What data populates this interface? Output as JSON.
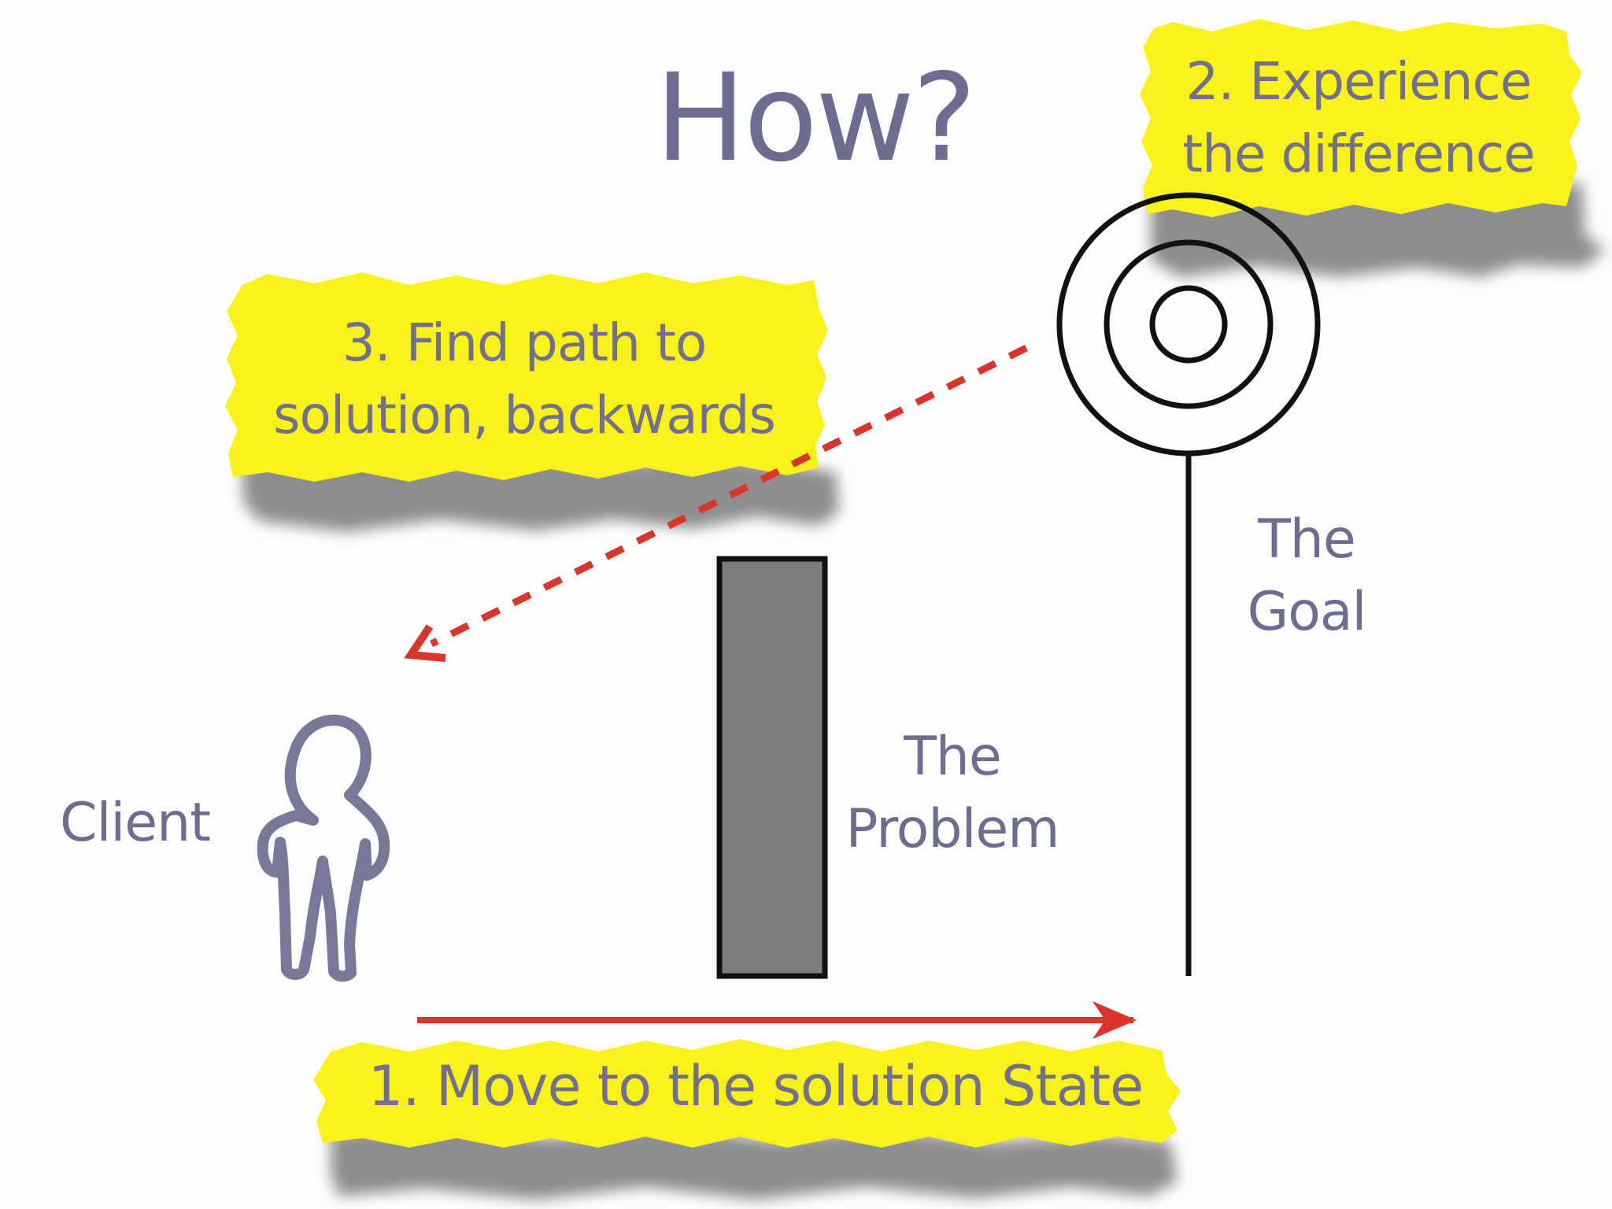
{
  "title": "How?",
  "notes": {
    "experience": [
      "2. Experience",
      "the difference"
    ],
    "find_path": [
      "3. Find path to",
      "solution, backwards"
    ],
    "move": "1. Move to the solution State"
  },
  "labels": {
    "goal": [
      "The",
      "Goal"
    ],
    "problem": [
      "The",
      "Problem"
    ],
    "client": "Client"
  },
  "colors": {
    "highlight": "#f9f21a",
    "text": "#6f6c92",
    "arrow": "#d8362a",
    "bar_fill": "#7e7c7f",
    "target": "#111111"
  }
}
